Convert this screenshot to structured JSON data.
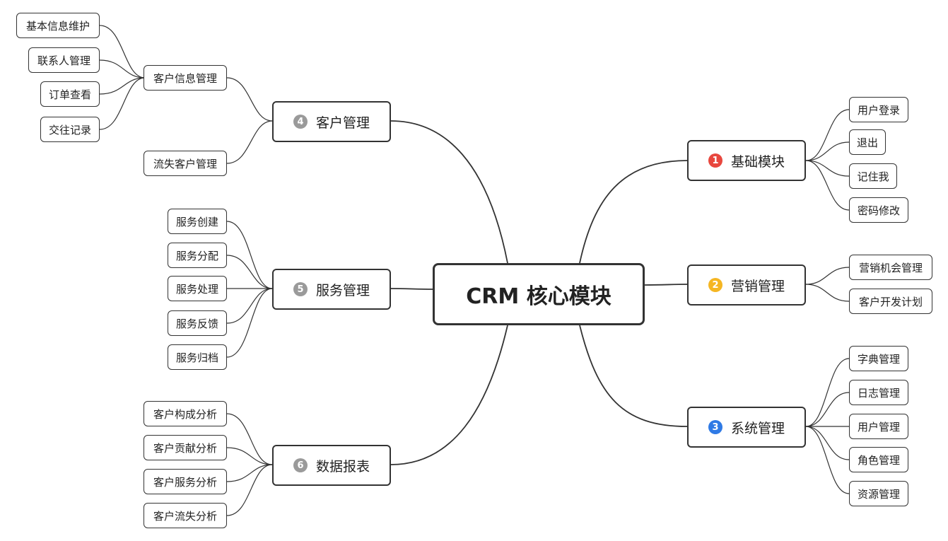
{
  "root": "CRM 核心模块",
  "colors": {
    "red": "#e8473e",
    "yellow": "#f5b623",
    "blue": "#2f7ae5",
    "gray": "#9a9a9a"
  },
  "branches": {
    "b1": {
      "num": "1",
      "label": "基础模块",
      "color": "#e8473e",
      "leaves": [
        "用户登录",
        "退出",
        "记住我",
        "密码修改"
      ]
    },
    "b2": {
      "num": "2",
      "label": "营销管理",
      "color": "#f5b623",
      "leaves": [
        "营销机会管理",
        "客户开发计划"
      ]
    },
    "b3": {
      "num": "3",
      "label": "系统管理",
      "color": "#2f7ae5",
      "leaves": [
        "字典管理",
        "日志管理",
        "用户管理",
        "角色管理",
        "资源管理"
      ]
    },
    "b4": {
      "num": "4",
      "label": "客户管理",
      "color": "#9a9a9a",
      "sub": [
        "客户信息管理",
        "流失客户管理"
      ],
      "subleaves": [
        "基本信息维护",
        "联系人管理",
        "订单查看",
        "交往记录"
      ]
    },
    "b5": {
      "num": "5",
      "label": "服务管理",
      "color": "#9a9a9a",
      "leaves": [
        "服务创建",
        "服务分配",
        "服务处理",
        "服务反馈",
        "服务归档"
      ]
    },
    "b6": {
      "num": "6",
      "label": "数据报表",
      "color": "#9a9a9a",
      "leaves": [
        "客户构成分析",
        "客户贡献分析",
        "客户服务分析",
        "客户流失分析"
      ]
    }
  }
}
